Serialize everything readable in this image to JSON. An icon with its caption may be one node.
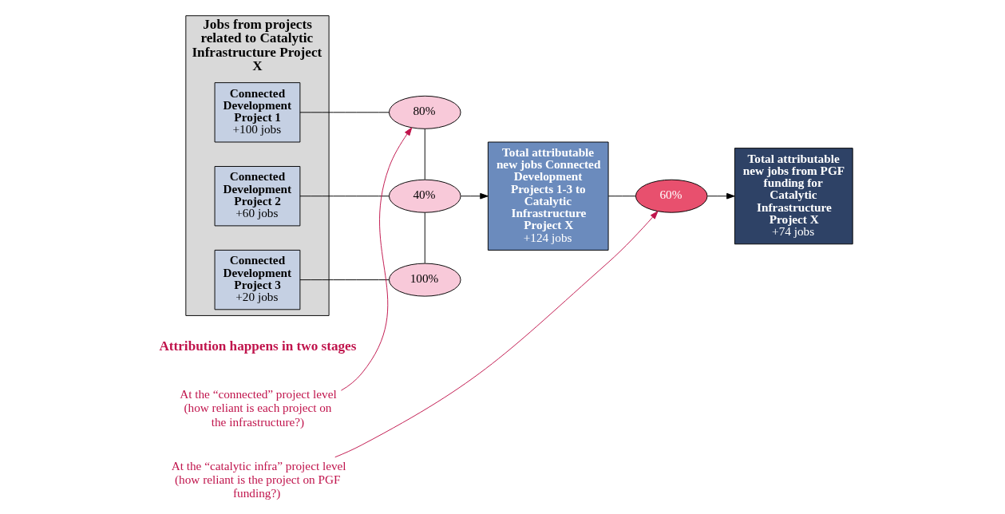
{
  "diagram": {
    "nodes": [
      {
        "text": [
          "Jobs from projects related to Catalytic Infrastructure Project X"
        ]
      },
      {
        "text": [
          "Connected Development Project 1",
          "+100 jobs"
        ],
        "in": 0
      },
      {
        "text": [
          "Connected Development Project 2",
          "+60 jobs"
        ],
        "in": 0
      },
      {
        "text": [
          "Connected Development Project 3",
          "+20 jobs"
        ],
        "in": 0
      },
      {
        "text": [
          "80%"
        ]
      },
      {
        "text": [
          "40%"
        ]
      },
      {
        "text": [
          "100%"
        ]
      },
      {
        "text": [
          "Total attributable new jobs Connected Development Projects 1-3 to Catalytic Infrastructure Project X",
          "+124 jobs"
        ]
      },
      {
        "text": [
          "60%"
        ]
      },
      {
        "text": [
          "Total attributable new jobs from PGF funding for Catalytic Infrastructure Project X",
          "+74 jobs"
        ]
      },
      {
        "text": [
          "At the “connected” project level (how reliant is each project on the infrastructure?)"
        ]
      },
      {
        "text": [
          "At the “catalytic infra” project level (how reliant is the project on PGF funding?)"
        ]
      }
    ],
    "edges": [
      {
        "from": 1,
        "to": 4,
        "arrow": "none"
      },
      {
        "from": 2,
        "to": 5,
        "arrow": "none"
      },
      {
        "from": 3,
        "to": 6,
        "arrow": "none"
      },
      {
        "from": 4,
        "to": 5,
        "arrow": "none"
      },
      {
        "from": 5,
        "to": 6,
        "arrow": "none"
      },
      {
        "from": 5,
        "to": 7,
        "arrow": "to"
      },
      {
        "from": 7,
        "to": 8,
        "arrow": "none"
      },
      {
        "from": 8,
        "to": 9,
        "arrow": "to"
      },
      {
        "from": 10,
        "to": 4,
        "arrow": "to",
        "color": "#c0144c"
      },
      {
        "from": 11,
        "to": 8,
        "arrow": "to",
        "color": "#c0144c"
      }
    ],
    "labels": [
      "Attribution happens in two stages"
    ]
  }
}
